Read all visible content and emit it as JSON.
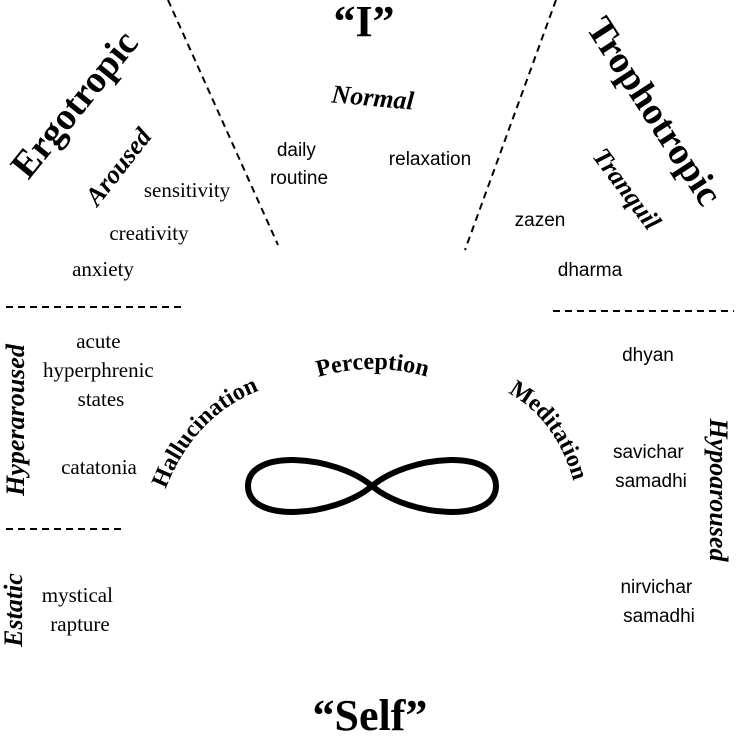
{
  "poles": {
    "top": "“I”",
    "bottom": "“Self”"
  },
  "states": {
    "ergotropic": "Ergotropic",
    "trophotropic": "Trophotropic",
    "normal": "Normal",
    "aroused": "Aroused",
    "tranquil": "Tranquil",
    "hyperaroused": "Hyperaroused",
    "hypoaroused": "Hypoaroused",
    "estatic": "Estatic"
  },
  "continuum": {
    "hallucination": "Hallucination",
    "perception": "Perception",
    "meditation": "Meditation"
  },
  "examples": {
    "daily_routine": [
      "daily",
      "routine"
    ],
    "relaxation": "relaxation",
    "sensitivity": "sensitivity",
    "creativity": "creativity",
    "anxiety": "anxiety",
    "zazen": "zazen",
    "dharma": "dharma",
    "acute_hyperphrenic": [
      "acute",
      "hyperphrenic",
      "states"
    ],
    "catatonia": "catatonia",
    "dhyan": "dhyan",
    "savichar": [
      "savichar",
      "samadhi"
    ],
    "nirvichar": [
      "nirvichar",
      "samadhi"
    ],
    "mystical_rapture": [
      "mystical",
      "rapture"
    ]
  }
}
